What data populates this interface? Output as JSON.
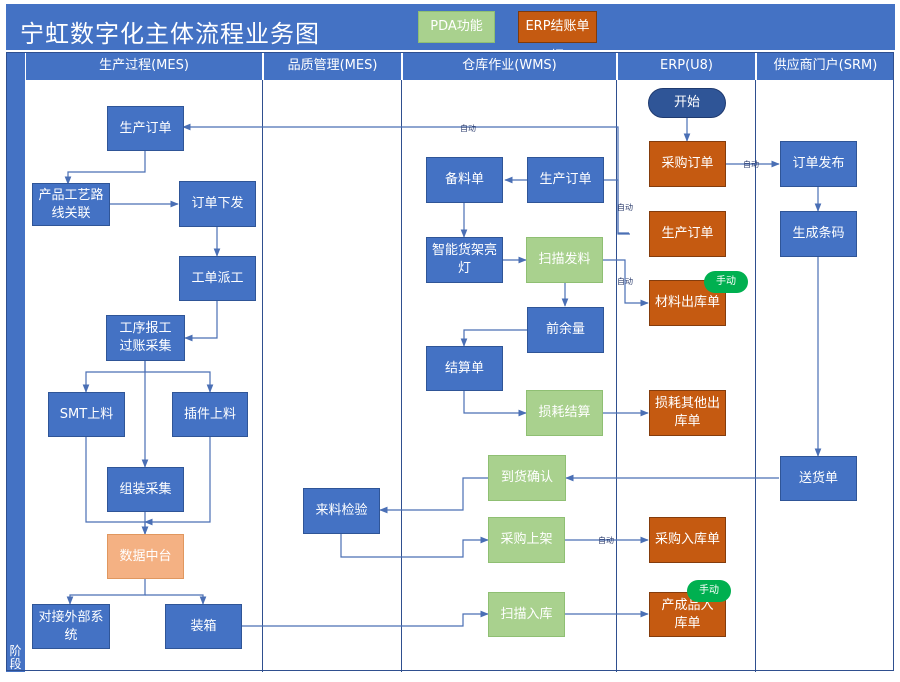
{
  "title": "宁虹数字化主体流程业务图",
  "legend": {
    "pda": "PDA功能",
    "erp": "ERP结账单据"
  },
  "stage_label": "阶段",
  "lanes": [
    "生产过程(MES)",
    "品质管理(MES)",
    "仓库作业(WMS)",
    "ERP(U8)",
    "供应商门户(SRM)"
  ],
  "nodes": {
    "mes_order": "生产订单",
    "route_link": "产品工艺路线关联",
    "order_issue": "订单下发",
    "work_dispatch": "工单派工",
    "process_report": "工序报工过账采集",
    "smt": "SMT上料",
    "plugin": "插件上料",
    "assembly": "组装采集",
    "data_center": "数据中台",
    "external": "对接外部系统",
    "packing": "装箱",
    "incoming_check": "来料检验",
    "picking_list": "备料单",
    "wms_order": "生产订单",
    "smart_rack": "智能货架亮灯",
    "scan_issue": "扫描发料",
    "remaining": "前余量",
    "settlement": "结算单",
    "loss_settle": "损耗结算",
    "arrival_confirm": "到货确认",
    "purchase_shelve": "采购上架",
    "scan_inbound": "扫描入库",
    "start": "开始",
    "purchase_order": "采购订单",
    "erp_order": "生产订单",
    "material_out": "材料出库单",
    "loss_out": "损耗其他出库单",
    "purchase_in": "采购入库单",
    "product_in": "产成品入库单",
    "order_publish": "订单发布",
    "barcode": "生成条码",
    "delivery": "送货单"
  },
  "badges": {
    "manual_1": "手动",
    "manual_2": "手动"
  },
  "edge_labels": {
    "auto_1": "自动",
    "auto_2": "自动",
    "auto_3": "自动",
    "auto_4": "自动",
    "auto_5": "自动"
  },
  "colors": {
    "lane_header": "#4472c4",
    "mes_box": "#4472c4",
    "pda": "#a9d18e",
    "erp": "#c55a11",
    "data_center": "#f4b183",
    "badge": "#00b050"
  }
}
